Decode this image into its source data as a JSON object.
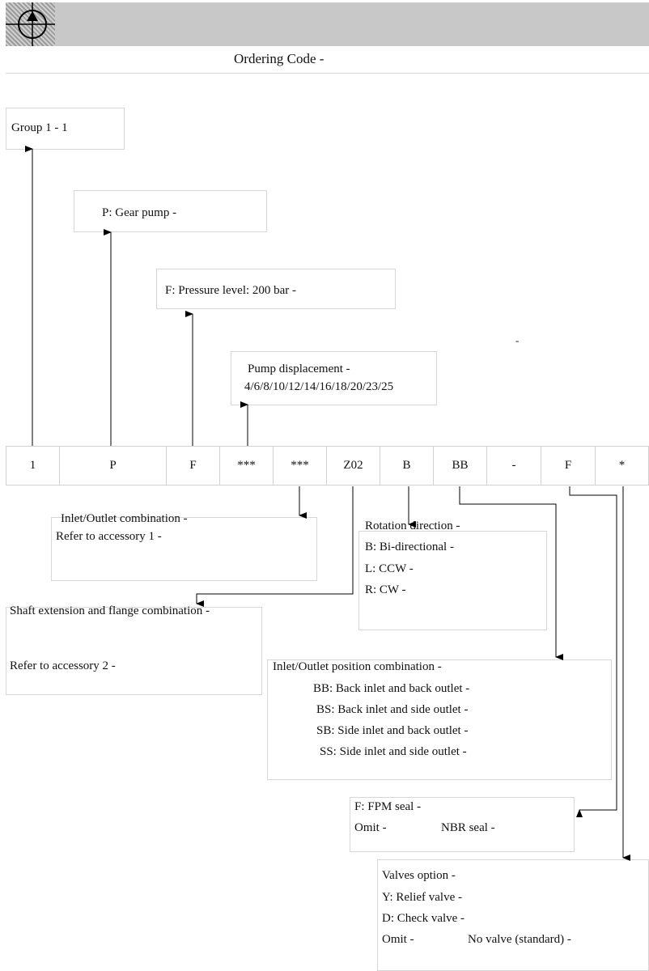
{
  "title": "Ordering Code -",
  "codes": [
    "1",
    "P",
    "F",
    "***",
    "***",
    "Z02",
    "B",
    "BB",
    "-",
    "F",
    "*"
  ],
  "group": "Group 1 - 1",
  "pump_type": "P: Gear pump -",
  "pressure": "F: Pressure level: 200 bar -",
  "displacement": {
    "label": "Pump  displacement -",
    "values": "4/6/8/10/12/14/16/18/20/23/25"
  },
  "inlet_outlet": {
    "label": "Inlet/Outlet combination -",
    "ref": "Refer to accessory 1 -"
  },
  "rotation": {
    "label": "Rotation direction -",
    "options": [
      "B: Bi-directional -",
      "L: CCW -",
      "R: CW -"
    ]
  },
  "shaft": {
    "label": "Shaft extension  and flange combination -",
    "ref": "Refer to accessory 2 -"
  },
  "position": {
    "label": "Inlet/Outlet  position  combination -",
    "options": [
      "BB: Back inlet and back outlet -",
      "BS: Back inlet and side outlet -",
      "SB: Side inlet and back outlet -",
      "SS: Side inlet and side outlet -"
    ]
  },
  "seal": {
    "label": "F: FPM  seal -",
    "omit": "Omit -",
    "omit_value": "NBR seal -"
  },
  "valves": {
    "label": "Valves option -",
    "options": [
      "Y: Relief valve -",
      "D: Check valve -"
    ],
    "omit": "Omit -",
    "omit_value": "No valve (standard) -"
  },
  "stray_dash": "-"
}
